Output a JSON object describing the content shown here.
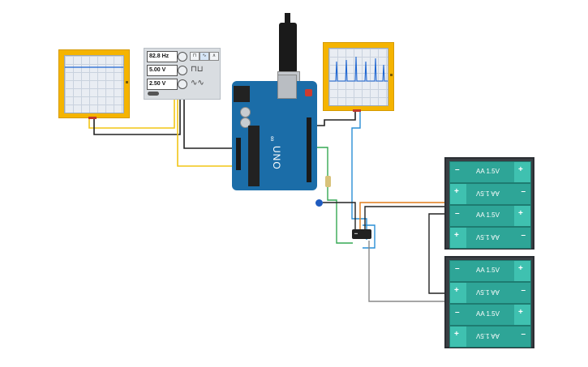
{
  "function_generator": {
    "frequency": "82.8 Hz",
    "amplitude": "5.00 V",
    "offset": "2.50 V"
  },
  "battery_packs": [
    {
      "cells": [
        {
          "label": "AA 1.5V",
          "orientation": "normal"
        },
        {
          "label": "AA 1.5V",
          "orientation": "flipped"
        },
        {
          "label": "AA 1.5V",
          "orientation": "normal"
        },
        {
          "label": "AA 1.5V",
          "orientation": "flipped"
        }
      ]
    },
    {
      "cells": [
        {
          "label": "AA 1.5V",
          "orientation": "normal"
        },
        {
          "label": "AA 1.5V",
          "orientation": "flipped"
        },
        {
          "label": "AA 1.5V",
          "orientation": "normal"
        },
        {
          "label": "AA 1.5V",
          "orientation": "flipped"
        }
      ]
    }
  ],
  "arduino": {
    "model_label": "UNO"
  },
  "colors": {
    "scope_body": "#f5b400",
    "arduino_board": "#1b6da8",
    "battery_cell": "#2ea597",
    "wire_orange": "#e07b1a",
    "wire_blue": "#2a8fd6",
    "wire_green": "#35a853",
    "wire_yellow": "#f2c515",
    "wire_black": "#222222",
    "wire_gray": "#888888"
  }
}
